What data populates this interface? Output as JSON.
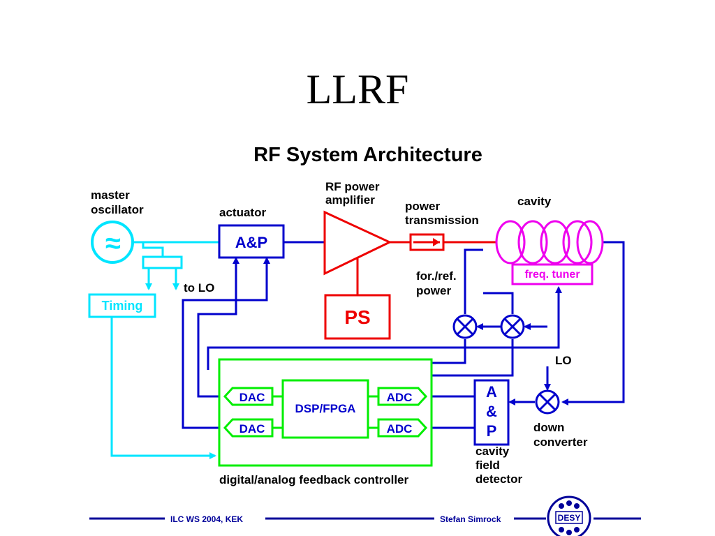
{
  "slide": {
    "title": "LLRF",
    "subtitle": "RF System Architecture"
  },
  "diagram": {
    "master_oscillator_label": [
      "master",
      "oscillator"
    ],
    "oscillator_symbol": "≈",
    "actuator_label": "actuator",
    "ap_block": "A&P",
    "rf_amplifier_label": [
      "RF power",
      "amplifier"
    ],
    "power_transmission_label": [
      "power",
      "transmission"
    ],
    "cavity_label": "cavity",
    "freq_tuner": "freq. tuner",
    "for_ref_power_label": [
      "for./ref.",
      "power"
    ],
    "ps_block": "PS",
    "timing_block": "Timing",
    "to_lo_label": "to LO",
    "lo_label": "LO",
    "dac_1": "DAC",
    "dac_2": "DAC",
    "dsp_fpga": "DSP/FPGA",
    "adc_1": "ADC",
    "adc_2": "ADC",
    "field_detector_block": [
      "A",
      "&",
      "P"
    ],
    "down_converter_label": [
      "down",
      "converter"
    ],
    "cavity_field_detector_label": [
      "cavity",
      "field",
      "detector"
    ],
    "controller_label": "digital/analog feedback controller"
  },
  "footer": {
    "event": "ILC WS  2004, KEK",
    "author": "Stefan Simrock",
    "logo_text": "DESY"
  },
  "colors": {
    "blue": "#0000cc",
    "cyan": "#00e5ff",
    "red": "#ee0000",
    "green": "#00ee00",
    "magenta": "#ee00ee",
    "navy": "#000099"
  }
}
